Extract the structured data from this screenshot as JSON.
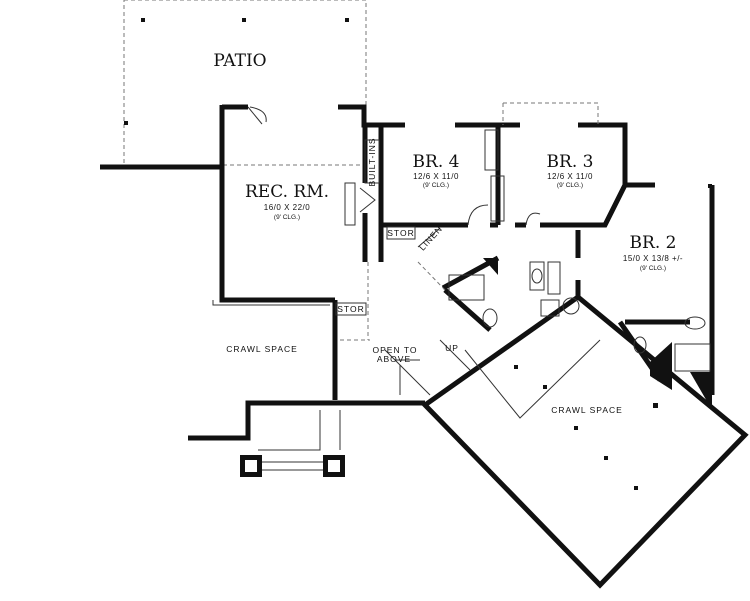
{
  "plan": {
    "patio": "PATIO",
    "rec_room": {
      "name": "REC. RM.",
      "size": "16/0 X 22/0",
      "ceiling": "(9' CLG.)"
    },
    "built_ins": "BUILT-INS",
    "br4": {
      "name": "BR. 4",
      "size": "12/6 X 11/0",
      "ceiling": "(9' CLG.)"
    },
    "br3": {
      "name": "BR. 3",
      "size": "12/6 X 11/0",
      "ceiling": "(9' CLG.)"
    },
    "br2": {
      "name": "BR. 2",
      "size": "15/0 X 13/8 +/-",
      "ceiling": "(9' CLG.)"
    },
    "stor_upper": "STOR",
    "linen": "LINEN",
    "stor_lower": "STOR",
    "open_to_above_1": "OPEN TO",
    "open_to_above_2": "ABOVE",
    "up": "UP",
    "crawl_space_left": "CRAWL SPACE",
    "crawl_space_right": "CRAWL SPACE"
  }
}
